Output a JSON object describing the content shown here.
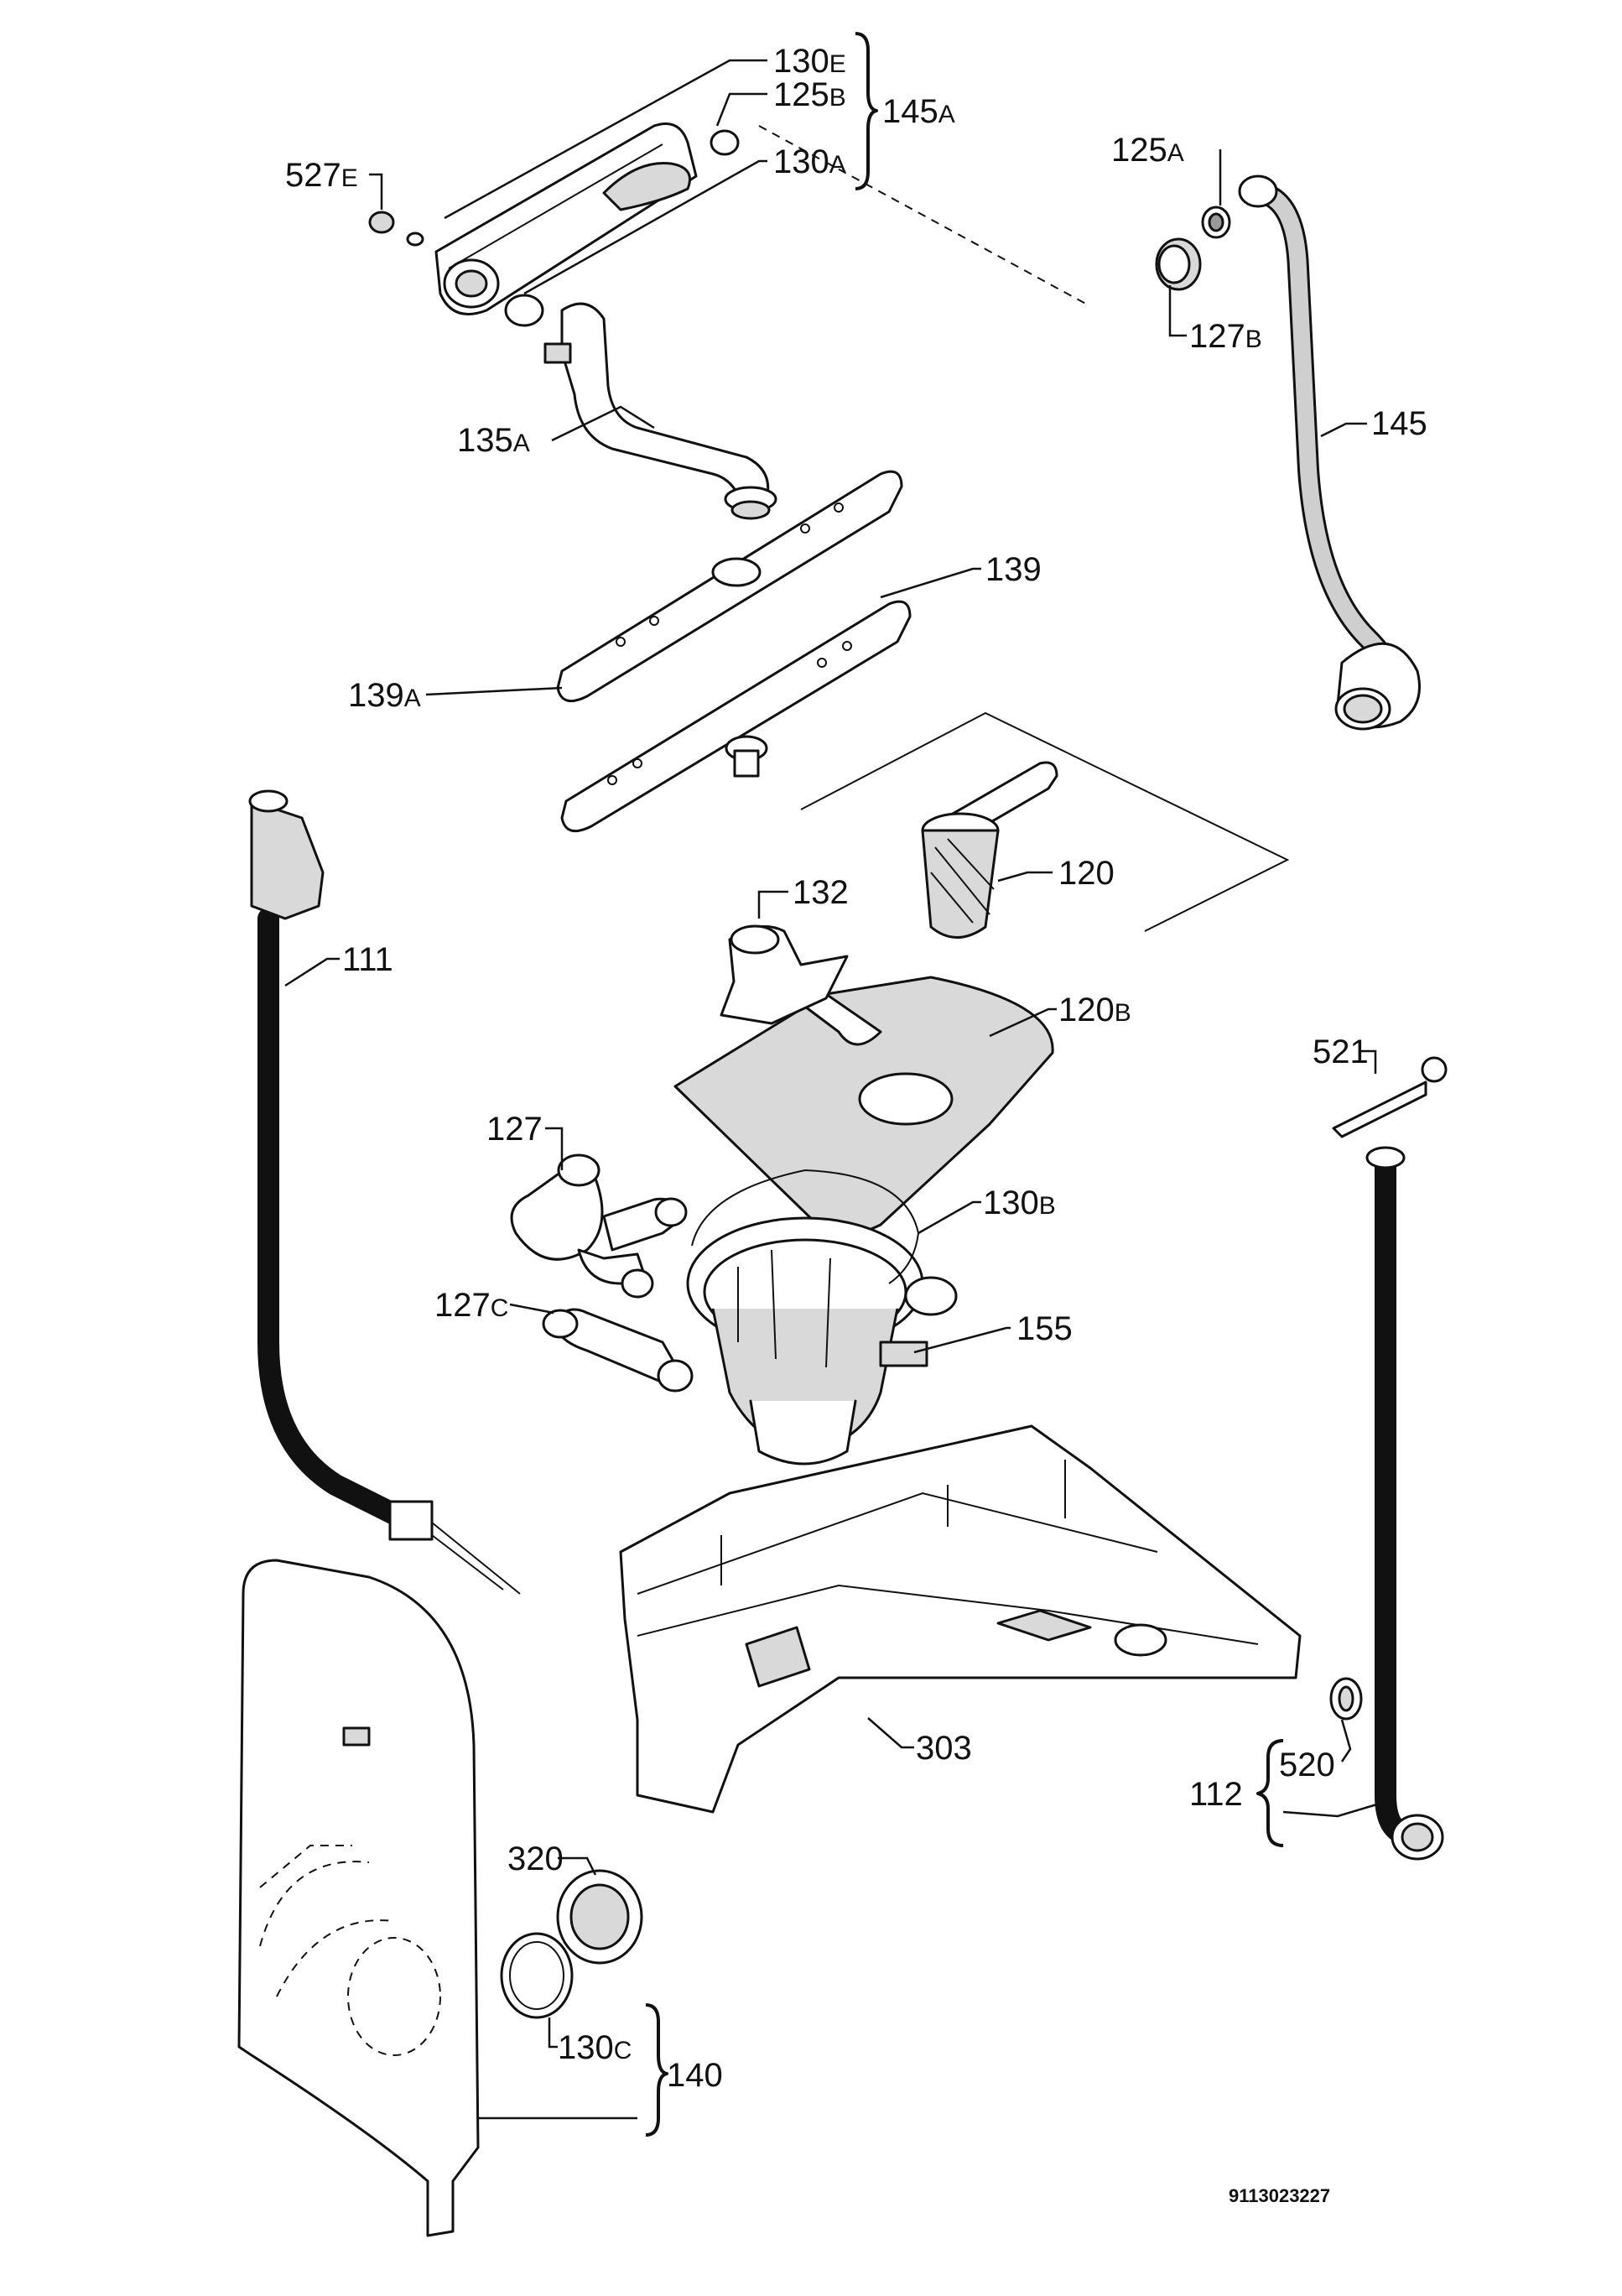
{
  "labels": {
    "l130E": {
      "num": "130",
      "sfx": "E"
    },
    "l125B": {
      "num": "125",
      "sfx": "B"
    },
    "l145A": {
      "num": "145",
      "sfx": "A"
    },
    "l130A": {
      "num": "130",
      "sfx": "A"
    },
    "l527E": {
      "num": "527",
      "sfx": "E"
    },
    "l125A": {
      "num": "125",
      "sfx": "A"
    },
    "l127B": {
      "num": "127",
      "sfx": "B"
    },
    "l145": {
      "num": "145",
      "sfx": ""
    },
    "l135A": {
      "num": "135",
      "sfx": "A"
    },
    "l139": {
      "num": "139",
      "sfx": ""
    },
    "l139A": {
      "num": "139",
      "sfx": "A"
    },
    "l132": {
      "num": "132",
      "sfx": ""
    },
    "l120": {
      "num": "120",
      "sfx": ""
    },
    "l111": {
      "num": "111",
      "sfx": ""
    },
    "l120B": {
      "num": "120",
      "sfx": "B"
    },
    "l521": {
      "num": "521",
      "sfx": ""
    },
    "l127": {
      "num": "127",
      "sfx": ""
    },
    "l130B": {
      "num": "130",
      "sfx": "B"
    },
    "l127C": {
      "num": "127",
      "sfx": "C"
    },
    "l155": {
      "num": "155",
      "sfx": ""
    },
    "l303": {
      "num": "303",
      "sfx": ""
    },
    "l520": {
      "num": "520",
      "sfx": ""
    },
    "l112": {
      "num": "112",
      "sfx": ""
    },
    "l320": {
      "num": "320",
      "sfx": ""
    },
    "l130C": {
      "num": "130",
      "sfx": "C"
    },
    "l140": {
      "num": "140",
      "sfx": ""
    }
  },
  "document_number": "9113023227"
}
